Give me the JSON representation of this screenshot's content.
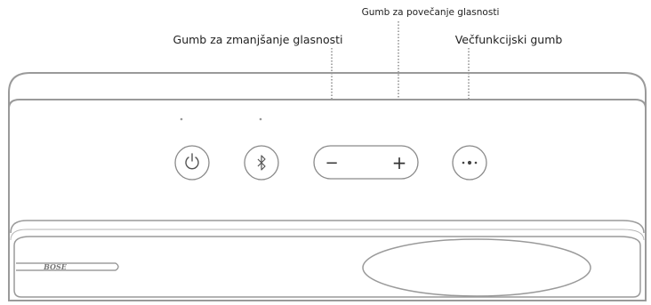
{
  "callouts": {
    "volume_up": "Gumb za povečanje glasnosti",
    "volume_down": "Gumb za zmanjšanje glasnosti",
    "multifunction": "Večfunkcijski gumb"
  },
  "buttons": {
    "minus_symbol": "−",
    "plus_symbol": "+",
    "multifunction_symbol": "•••"
  },
  "brand": "BOSE",
  "icons": [
    "power-icon",
    "bluetooth-icon",
    "multifunction-dots-icon"
  ],
  "colors": {
    "outline": "#9a9a9a",
    "text": "#222222",
    "leader": "#555555"
  }
}
